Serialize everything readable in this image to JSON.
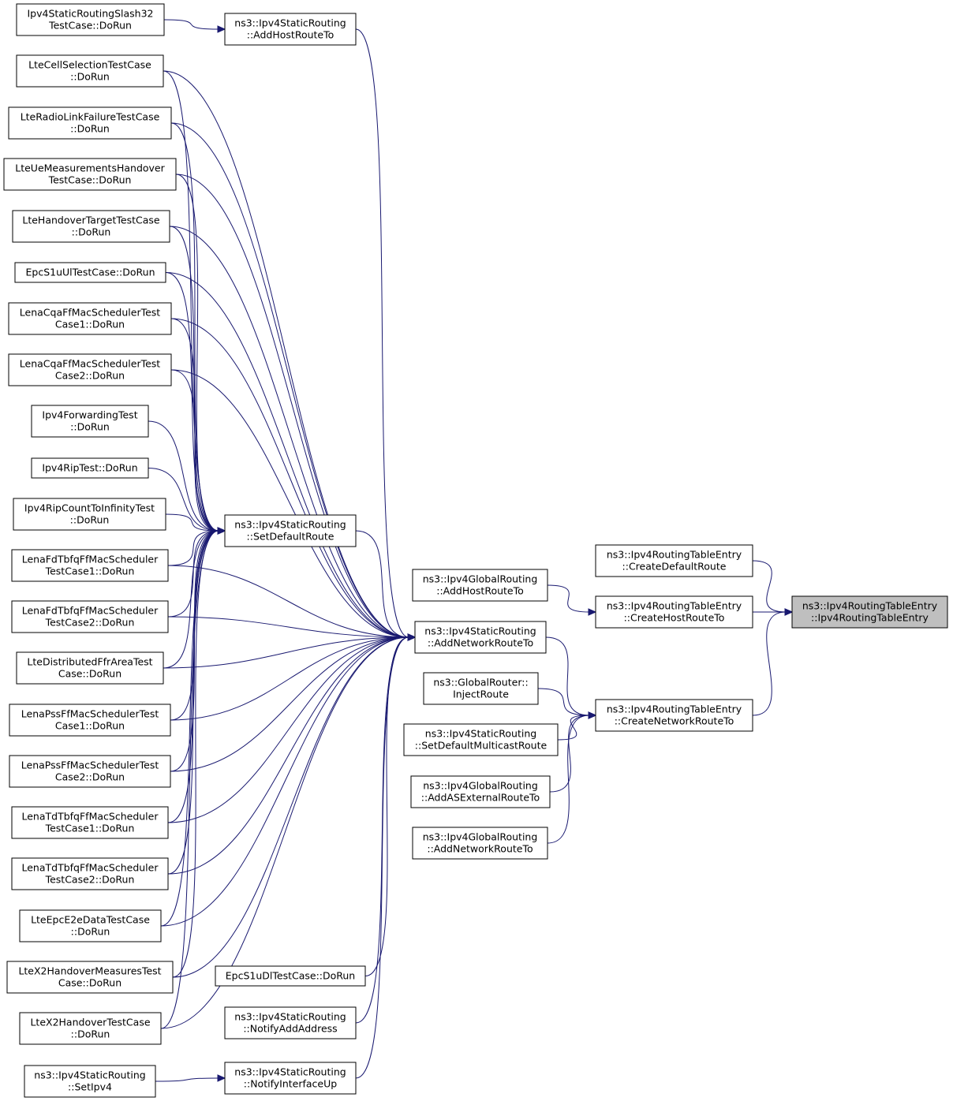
{
  "diagram": {
    "type": "call-graph",
    "edge_color": "#191970",
    "root_fill": "#bfbfbf",
    "nodes": [
      {
        "id": "root",
        "lines": [
          "ns3::Ipv4RoutingTableEntry",
          "::Ipv4RoutingTableEntry"
        ],
        "highlight": true
      },
      {
        "id": "createDefault",
        "lines": [
          "ns3::Ipv4RoutingTableEntry",
          "::CreateDefaultRoute"
        ]
      },
      {
        "id": "createHost",
        "lines": [
          "ns3::Ipv4RoutingTableEntry",
          "::CreateHostRouteTo"
        ]
      },
      {
        "id": "createNetwork",
        "lines": [
          "ns3::Ipv4RoutingTableEntry",
          "::CreateNetworkRouteTo"
        ]
      },
      {
        "id": "globalAddHost",
        "lines": [
          "ns3::Ipv4GlobalRouting",
          "::AddHostRouteTo"
        ]
      },
      {
        "id": "staticAddNetwork",
        "lines": [
          "ns3::Ipv4StaticRouting",
          "::AddNetworkRouteTo"
        ]
      },
      {
        "id": "injectRoute",
        "lines": [
          "ns3::GlobalRouter::",
          "InjectRoute"
        ]
      },
      {
        "id": "setDefaultMulticast",
        "lines": [
          "ns3::Ipv4StaticRouting",
          "::SetDefaultMulticastRoute"
        ]
      },
      {
        "id": "addASExternal",
        "lines": [
          "ns3::Ipv4GlobalRouting",
          "::AddASExternalRouteTo"
        ]
      },
      {
        "id": "globalAddNetwork",
        "lines": [
          "ns3::Ipv4GlobalRouting",
          "::AddNetworkRouteTo"
        ]
      },
      {
        "id": "staticAddHost",
        "lines": [
          "ns3::Ipv4StaticRouting",
          "::AddHostRouteTo"
        ]
      },
      {
        "id": "setDefaultRoute",
        "lines": [
          "ns3::Ipv4StaticRouting",
          "::SetDefaultRoute"
        ]
      },
      {
        "id": "epcDl",
        "lines": [
          "EpcS1uDlTestCase::DoRun"
        ]
      },
      {
        "id": "notifyAddAddress",
        "lines": [
          "ns3::Ipv4StaticRouting",
          "::NotifyAddAddress"
        ]
      },
      {
        "id": "notifyIfUp",
        "lines": [
          "ns3::Ipv4StaticRouting",
          "::NotifyInterfaceUp"
        ]
      },
      {
        "id": "setIpv4",
        "lines": [
          "ns3::Ipv4StaticRouting",
          "::SetIpv4"
        ]
      },
      {
        "id": "slash32",
        "lines": [
          "Ipv4StaticRoutingSlash32",
          "TestCase::DoRun"
        ]
      },
      {
        "id": "cellSel",
        "lines": [
          "LteCellSelectionTestCase",
          "::DoRun"
        ]
      },
      {
        "id": "rlf",
        "lines": [
          "LteRadioLinkFailureTestCase",
          "::DoRun"
        ]
      },
      {
        "id": "ueMeas",
        "lines": [
          "LteUeMeasurementsHandover",
          "TestCase::DoRun"
        ]
      },
      {
        "id": "hoTarget",
        "lines": [
          "LteHandoverTargetTestCase",
          "::DoRun"
        ]
      },
      {
        "id": "epcUl",
        "lines": [
          "EpcS1uUlTestCase::DoRun"
        ]
      },
      {
        "id": "cqa1",
        "lines": [
          "LenaCqaFfMacSchedulerTest",
          "Case1::DoRun"
        ]
      },
      {
        "id": "cqa2",
        "lines": [
          "LenaCqaFfMacSchedulerTest",
          "Case2::DoRun"
        ]
      },
      {
        "id": "fwd",
        "lines": [
          "Ipv4ForwardingTest",
          "::DoRun"
        ]
      },
      {
        "id": "rip",
        "lines": [
          "Ipv4RipTest::DoRun"
        ]
      },
      {
        "id": "ripInf",
        "lines": [
          "Ipv4RipCountToInfinityTest",
          "::DoRun"
        ]
      },
      {
        "id": "fd1",
        "lines": [
          "LenaFdTbfqFfMacScheduler",
          "TestCase1::DoRun"
        ]
      },
      {
        "id": "fd2",
        "lines": [
          "LenaFdTbfqFfMacScheduler",
          "TestCase2::DoRun"
        ]
      },
      {
        "id": "ffr",
        "lines": [
          "LteDistributedFfrAreaTest",
          "Case::DoRun"
        ]
      },
      {
        "id": "pss1",
        "lines": [
          "LenaPssFfMacSchedulerTest",
          "Case1::DoRun"
        ]
      },
      {
        "id": "pss2",
        "lines": [
          "LenaPssFfMacSchedulerTest",
          "Case2::DoRun"
        ]
      },
      {
        "id": "td1",
        "lines": [
          "LenaTdTbfqFfMacScheduler",
          "TestCase1::DoRun"
        ]
      },
      {
        "id": "td2",
        "lines": [
          "LenaTdTbfqFfMacScheduler",
          "TestCase2::DoRun"
        ]
      },
      {
        "id": "e2e",
        "lines": [
          "LteEpcE2eDataTestCase",
          "::DoRun"
        ]
      },
      {
        "id": "x2meas",
        "lines": [
          "LteX2HandoverMeasuresTest",
          "Case::DoRun"
        ]
      },
      {
        "id": "x2ho",
        "lines": [
          "LteX2HandoverTestCase",
          "::DoRun"
        ]
      }
    ],
    "edges": [
      [
        "createDefault",
        "root"
      ],
      [
        "createHost",
        "root"
      ],
      [
        "createNetwork",
        "root"
      ],
      [
        "globalAddHost",
        "createHost"
      ],
      [
        "staticAddNetwork",
        "createNetwork"
      ],
      [
        "injectRoute",
        "createNetwork"
      ],
      [
        "setDefaultMulticast",
        "createNetwork"
      ],
      [
        "addASExternal",
        "createNetwork"
      ],
      [
        "globalAddNetwork",
        "createNetwork"
      ],
      [
        "staticAddHost",
        "staticAddNetwork"
      ],
      [
        "setDefaultRoute",
        "staticAddNetwork"
      ],
      [
        "epcDl",
        "staticAddNetwork"
      ],
      [
        "notifyAddAddress",
        "staticAddNetwork"
      ],
      [
        "notifyIfUp",
        "staticAddNetwork"
      ],
      [
        "cellSel",
        "staticAddNetwork"
      ],
      [
        "rlf",
        "staticAddNetwork"
      ],
      [
        "ueMeas",
        "staticAddNetwork"
      ],
      [
        "hoTarget",
        "staticAddNetwork"
      ],
      [
        "epcUl",
        "staticAddNetwork"
      ],
      [
        "cqa1",
        "staticAddNetwork"
      ],
      [
        "cqa2",
        "staticAddNetwork"
      ],
      [
        "fd1",
        "staticAddNetwork"
      ],
      [
        "fd2",
        "staticAddNetwork"
      ],
      [
        "ffr",
        "staticAddNetwork"
      ],
      [
        "pss1",
        "staticAddNetwork"
      ],
      [
        "pss2",
        "staticAddNetwork"
      ],
      [
        "td1",
        "staticAddNetwork"
      ],
      [
        "td2",
        "staticAddNetwork"
      ],
      [
        "e2e",
        "staticAddNetwork"
      ],
      [
        "x2meas",
        "staticAddNetwork"
      ],
      [
        "x2ho",
        "staticAddNetwork"
      ],
      [
        "slash32",
        "staticAddHost"
      ],
      [
        "setIpv4",
        "notifyIfUp"
      ],
      [
        "cellSel",
        "setDefaultRoute"
      ],
      [
        "rlf",
        "setDefaultRoute"
      ],
      [
        "ueMeas",
        "setDefaultRoute"
      ],
      [
        "hoTarget",
        "setDefaultRoute"
      ],
      [
        "epcUl",
        "setDefaultRoute"
      ],
      [
        "cqa1",
        "setDefaultRoute"
      ],
      [
        "cqa2",
        "setDefaultRoute"
      ],
      [
        "fwd",
        "setDefaultRoute"
      ],
      [
        "rip",
        "setDefaultRoute"
      ],
      [
        "ripInf",
        "setDefaultRoute"
      ],
      [
        "fd1",
        "setDefaultRoute"
      ],
      [
        "fd2",
        "setDefaultRoute"
      ],
      [
        "ffr",
        "setDefaultRoute"
      ],
      [
        "pss1",
        "setDefaultRoute"
      ],
      [
        "pss2",
        "setDefaultRoute"
      ],
      [
        "td1",
        "setDefaultRoute"
      ],
      [
        "td2",
        "setDefaultRoute"
      ],
      [
        "e2e",
        "setDefaultRoute"
      ],
      [
        "x2meas",
        "setDefaultRoute"
      ],
      [
        "x2ho",
        "setDefaultRoute"
      ]
    ]
  }
}
